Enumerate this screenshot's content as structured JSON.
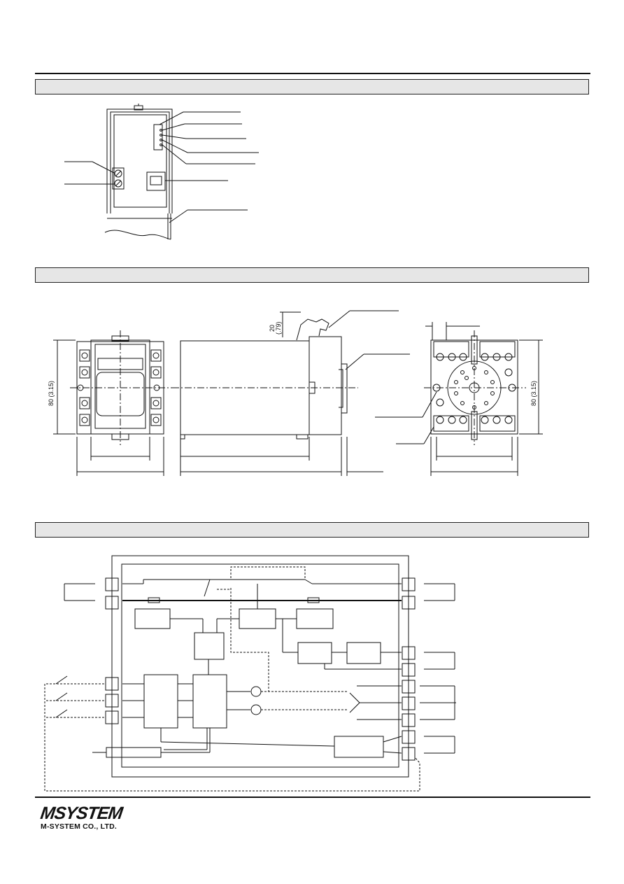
{
  "sections": {
    "front_view": {
      "title": ""
    },
    "dimensions": {
      "title": ""
    },
    "block_diagram": {
      "title": ""
    }
  },
  "dimensions": {
    "height_label_left": "80 (3.15)",
    "height_label_right": "80 (3.15)",
    "clearance_label": "20",
    "clearance_label_inch": "(.79)"
  },
  "logo": {
    "brand": "MSYSTEM",
    "company": "M-SYSTEM CO., LTD."
  }
}
